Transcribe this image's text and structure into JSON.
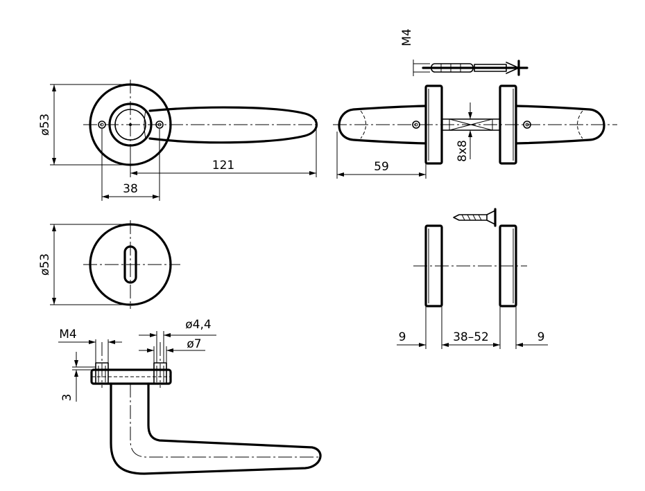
{
  "dimensions": {
    "rose_diameter_top": "ø53",
    "lever_length": "121",
    "rose_offset": "38",
    "side_length": "59",
    "spindle": "8x8",
    "screw_top": "M4",
    "rose_diameter_keyhole": "ø53",
    "screw_bottom": "M4",
    "rose_height": "3",
    "hole_small": "ø4,4",
    "hole_large": "ø7",
    "rose_thickness_left": "9",
    "door_thickness": "38–52",
    "rose_thickness_right": "9"
  },
  "colors": {
    "line": "#000000",
    "background": "#ffffff"
  }
}
